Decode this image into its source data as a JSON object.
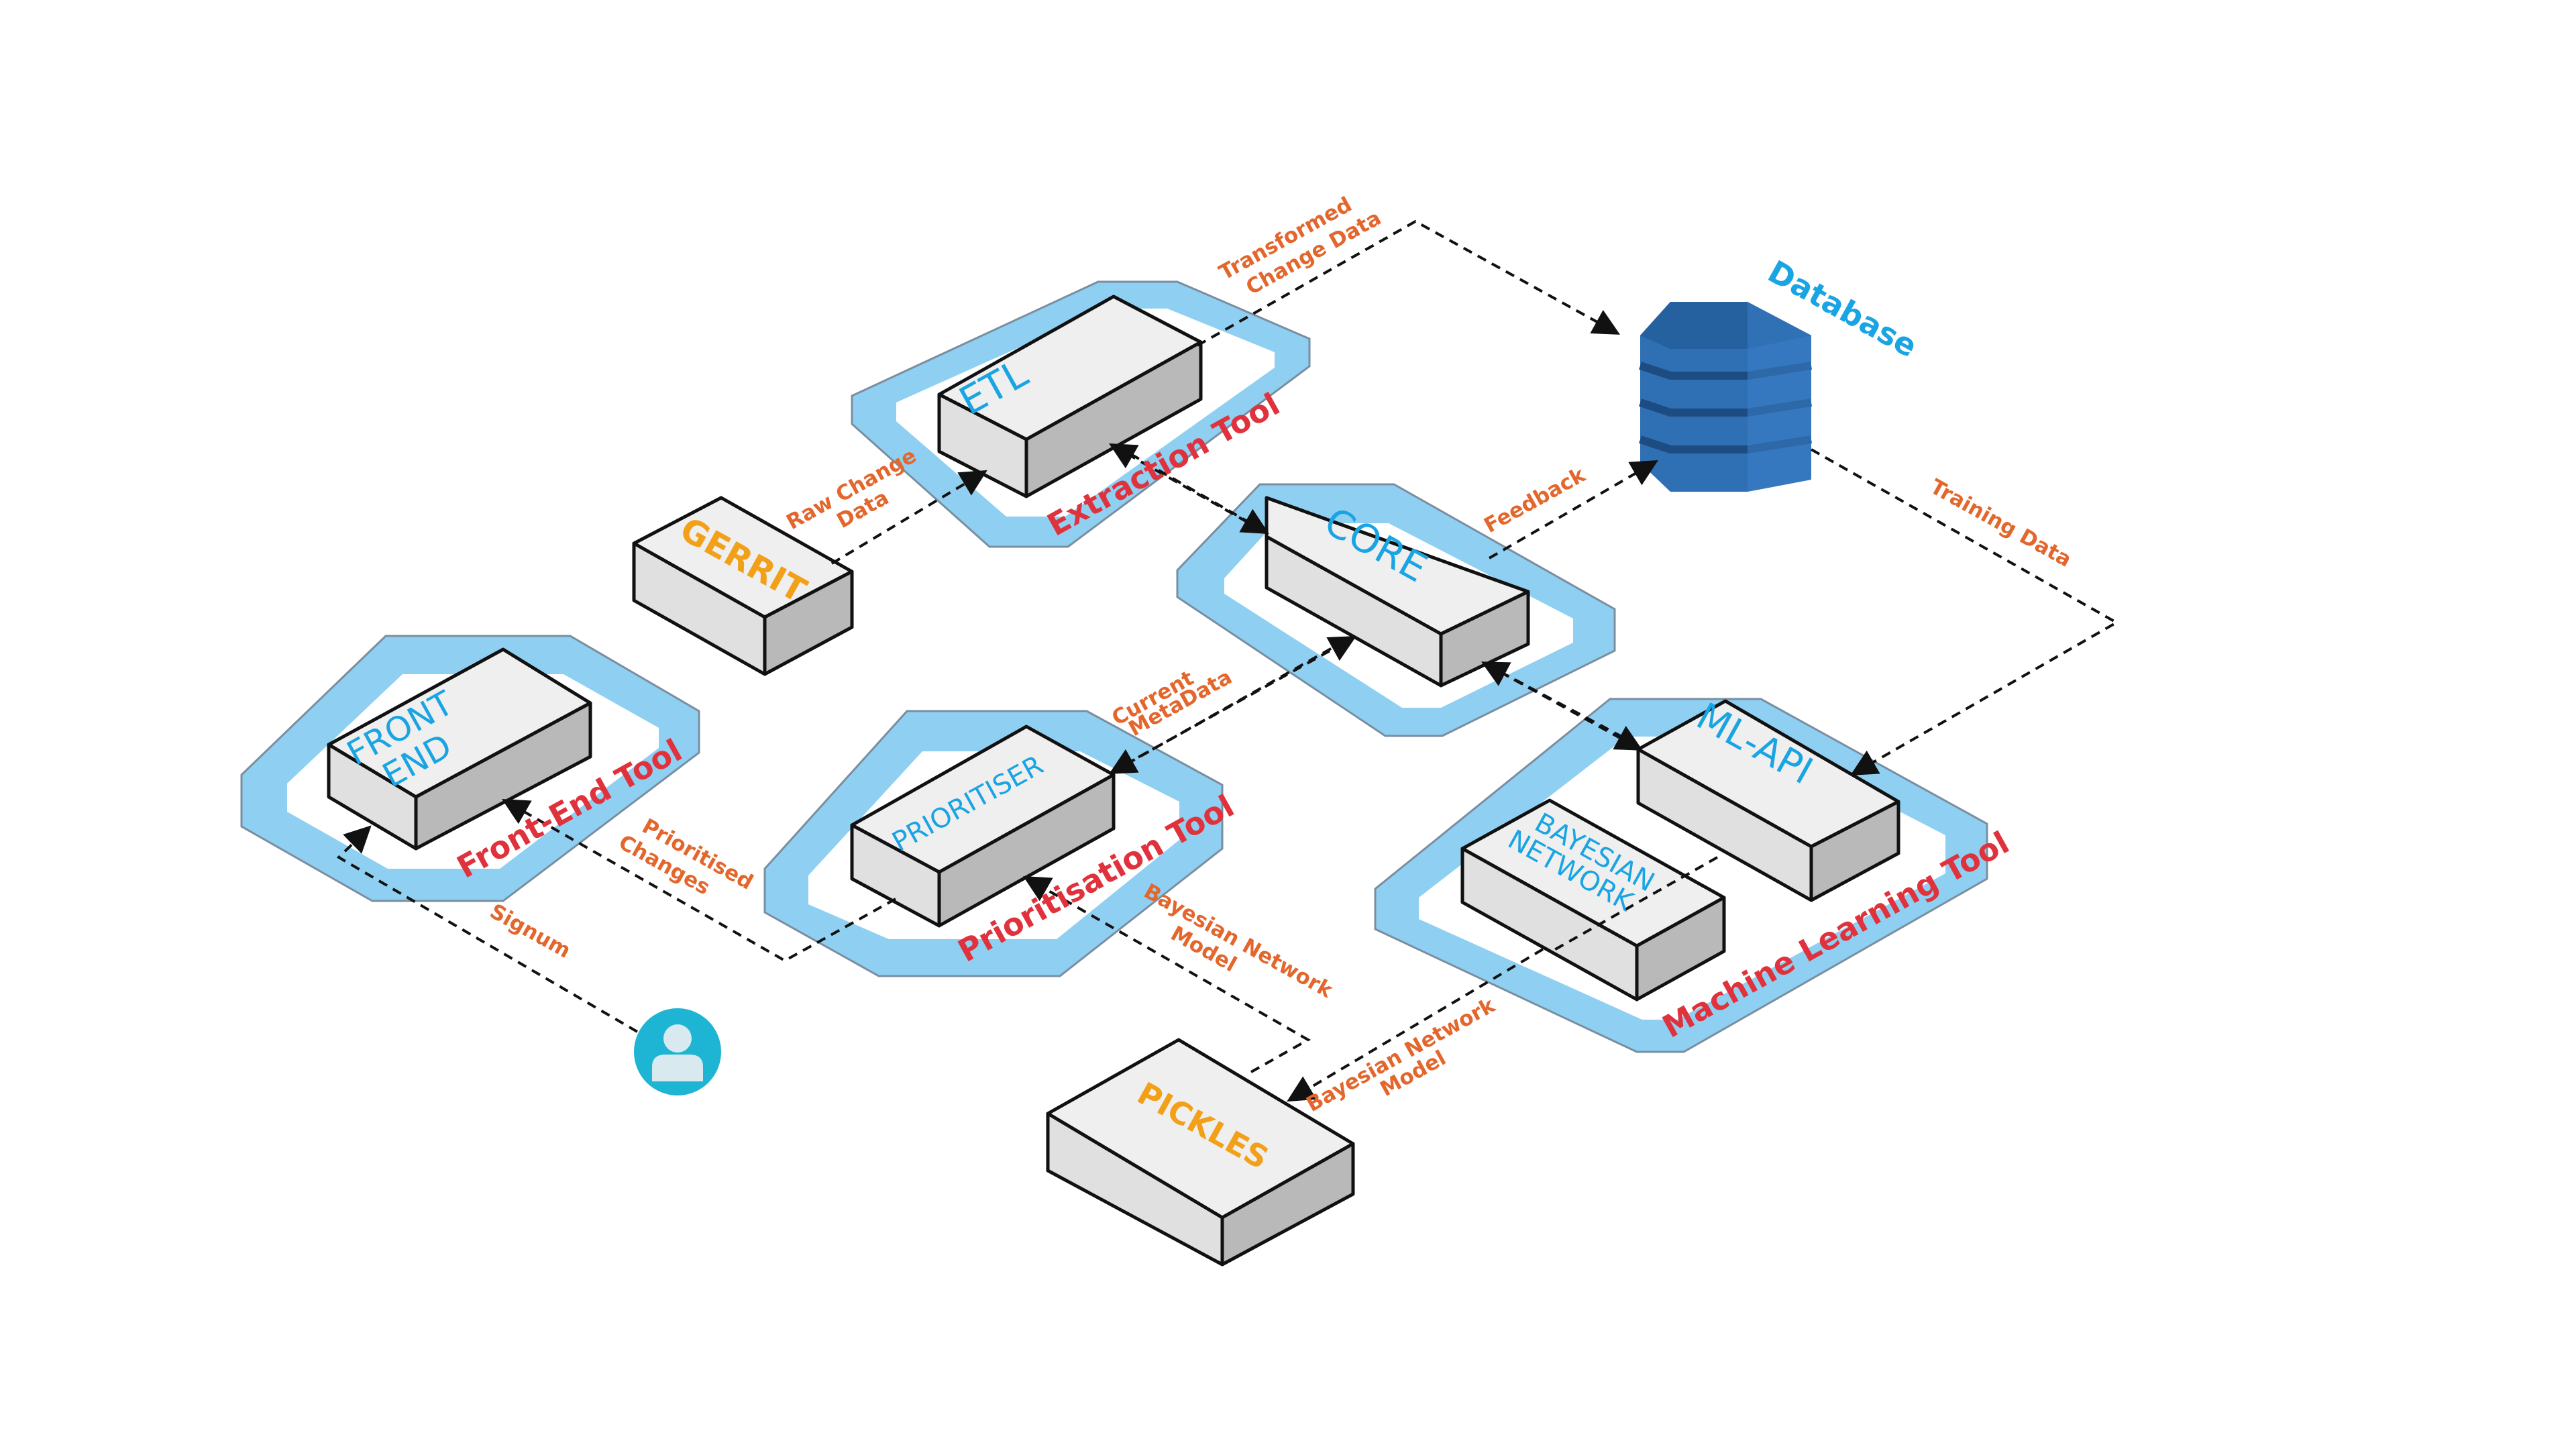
{
  "components": {
    "etl": "ETL",
    "gerrit": "GERRIT",
    "core": "CORE",
    "front_end": [
      "FRONT",
      "END"
    ],
    "prioritiser": "PRIORITISER",
    "ml_api": "ML-API",
    "bayesian_network": [
      "BAYESIAN",
      "NETWORK"
    ],
    "pickles": "PICKLES",
    "database": "Database"
  },
  "tools": {
    "extraction": "Extraction Tool",
    "front_end": "Front-End Tool",
    "prioritisation": "Prioritisation Tool",
    "machine_learning": "Machine Learning Tool"
  },
  "flows": {
    "transformed_change_data": [
      "Transformed",
      "Change Data"
    ],
    "raw_change_data": [
      "Raw Change",
      "Data"
    ],
    "feedback": "Feedback",
    "training_data": "Training Data",
    "current_metadata": [
      "Current",
      "MetaData"
    ],
    "prioritised_changes": [
      "Prioritised",
      "Changes"
    ],
    "signum": "Signum",
    "bayesian_network_model_1": [
      "Bayesian Network",
      "Model"
    ],
    "bayesian_network_model_2": [
      "Bayesian Network",
      "Model"
    ]
  },
  "colors": {
    "platform": "#8fd0f2",
    "component_text": "#19a4e3",
    "external_text": "#f2a018",
    "tool_text": "#e0323c",
    "flow_text": "#e3672d",
    "database": "#2f6fb3",
    "user": "#1eb4d4"
  },
  "icons": {
    "database": "database-icon",
    "user": "user-icon"
  }
}
